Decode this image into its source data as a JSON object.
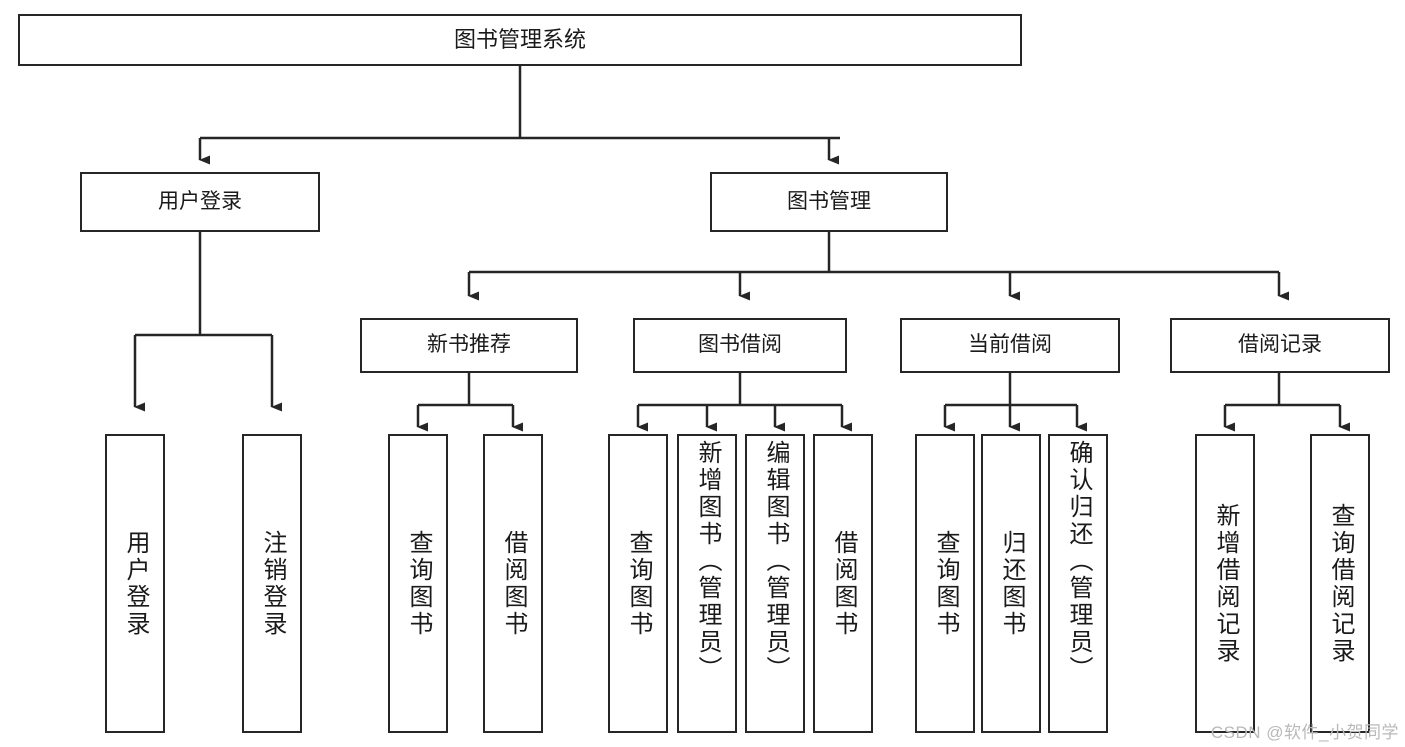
{
  "diagram": {
    "title": "图书管理系统",
    "type": "tree-hierarchy-diagram",
    "colors": {
      "stroke": "#262626",
      "text": "#1a1a1a",
      "background": "#ffffff",
      "watermark": "#b9b9b9"
    },
    "root": {
      "label": "图书管理系统"
    },
    "level1": [
      {
        "label": "用户登录"
      },
      {
        "label": "图书管理"
      }
    ],
    "level2": [
      {
        "label": "新书推荐"
      },
      {
        "label": "图书借阅"
      },
      {
        "label": "当前借阅"
      },
      {
        "label": "借阅记录"
      }
    ],
    "leaves": {
      "user_login": [
        {
          "label": "用户登录"
        },
        {
          "label": "注销登录"
        }
      ],
      "new_book_recommend": [
        {
          "label": "查询图书"
        },
        {
          "label": "借阅图书"
        }
      ],
      "book_borrow": [
        {
          "label": "查询图书"
        },
        {
          "label": "新增图书（管理员）"
        },
        {
          "label": "编辑图书（管理员）"
        },
        {
          "label": "借阅图书"
        }
      ],
      "current_borrow": [
        {
          "label": "查询图书"
        },
        {
          "label": "归还图书"
        },
        {
          "label": "确认归还（管理员）"
        }
      ],
      "borrow_record": [
        {
          "label": "新增借阅记录"
        },
        {
          "label": "查询借阅记录"
        }
      ]
    }
  },
  "watermark": {
    "text": "CSDN @软件_小贺同学"
  }
}
